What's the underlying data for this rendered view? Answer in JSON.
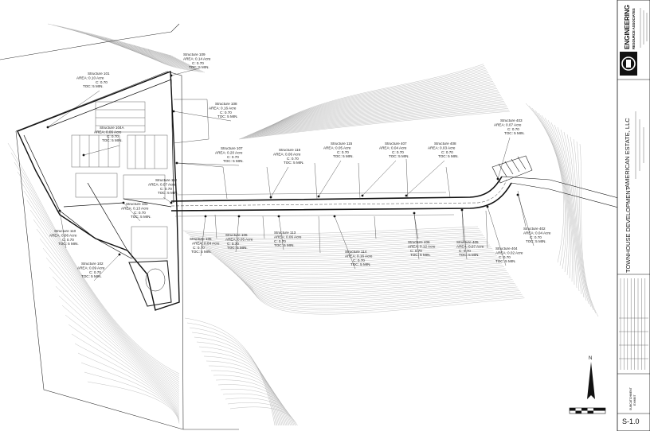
{
  "structures": [
    {
      "name": "Structure 109",
      "area": "AREA: 0.14 Acre",
      "c": "C: 0.70",
      "toc": "TOC: 5 MIN."
    },
    {
      "name": "Structure 101",
      "area": "AREA: 0.10 Acre",
      "c": "C: 0.70",
      "toc": "TOC: 5 MIN."
    },
    {
      "name": "Structure 108",
      "area": "AREA: 0.16 Acre",
      "c": "C: 0.70",
      "toc": "TOC: 5 MIN."
    },
    {
      "name": "Structure 104A",
      "area": "AREA: 0.06 Acre",
      "c": "C: 0.70",
      "toc": "TOC: 5 MIN."
    },
    {
      "name": "Structure 107",
      "area": "AREA: 0.20 Acre",
      "c": "C: 0.70",
      "toc": "TOC: 5 MIN."
    },
    {
      "name": "Structure 116",
      "area": "AREA: 0.06 Acre",
      "c": "C: 0.70",
      "toc": "TOC: 5 MIN."
    },
    {
      "name": "Structure 115",
      "area": "AREA: 0.05 Acre",
      "c": "C: 0.70",
      "toc": "TOC: 5 MIN."
    },
    {
      "name": "Structure 407",
      "area": "AREA: 0.04 Acre",
      "c": "C: 0.70",
      "toc": "TOC: 5 MIN."
    },
    {
      "name": "Structure 408",
      "area": "AREA: 0.03 Acre",
      "c": "C: 0.70",
      "toc": "TOC: 5 MIN."
    },
    {
      "name": "Structure 403",
      "area": "AREA: 0.07 Acre",
      "c": "C: 0.70",
      "toc": "TOC: 5 MIN."
    },
    {
      "name": "Structure 112",
      "area": "AREA: 0.07 Acre",
      "c": "C: 0.70",
      "toc": "TOC: 5 MIN."
    },
    {
      "name": "Structure 104",
      "area": "AREA: 0.13 Acre",
      "c": "C: 0.70",
      "toc": "TOC: 5 MIN."
    },
    {
      "name": "Structure 110",
      "area": "AREA: 0.06 Acre",
      "c": "C: 0.70",
      "toc": "TOC: 5 MIN."
    },
    {
      "name": "Structure 105",
      "area": "AREA: 0.04 Acre",
      "c": "C: 0.70",
      "toc": "TOC: 5 MIN."
    },
    {
      "name": "Structure 106",
      "area": "AREA: 0.05 Acre",
      "c": "C: 0.70",
      "toc": "TOC: 5 MIN."
    },
    {
      "name": "Structure 113",
      "area": "AREA: 0.06 Acre",
      "c": "C: 0.70",
      "toc": "TOC: 5 MIN."
    },
    {
      "name": "Structure 114",
      "area": "AREA: 0.16 Acre",
      "c": "C: 0.70",
      "toc": "TOC: 5 MIN."
    },
    {
      "name": "Structure 406",
      "area": "AREA: 0.12 Acre",
      "c": "C: 0.70",
      "toc": "TOC: 5 MIN."
    },
    {
      "name": "Structure 405",
      "area": "AREA: 0.07 Acre",
      "c": "C: 0.70",
      "toc": "TOC: 5 MIN."
    },
    {
      "name": "Structure 404",
      "area": "AREA: 0.02 Acre",
      "c": "C: 0.70",
      "toc": "TOC: 5 MIN."
    },
    {
      "name": "Structure 402",
      "area": "AREA: 0.04 Acre",
      "c": "C: 0.70",
      "toc": "TOC: 5 MIN."
    },
    {
      "name": "Structure 102",
      "area": "AREA: 0.09 Acre",
      "c": "C: 0.70",
      "toc": "TOC: 5 MIN."
    }
  ],
  "title_block": {
    "firm_line1": "ENGINEERING",
    "firm_line2": "RESOURCE ASSOCIATES",
    "client": "AMERICAN ESTATE, LLC",
    "project": "TOWNHOUSE DEVELOPMENT",
    "sheet_title_line1": "SUBCATCHMENT",
    "sheet_title_line2": "EXHIBIT",
    "sheet_number": "S-1.0"
  },
  "north_arrow": {
    "label": "N"
  },
  "colors": {
    "ink": "#222222",
    "contour": "#9a9a9a",
    "paper": "#ffffff"
  }
}
